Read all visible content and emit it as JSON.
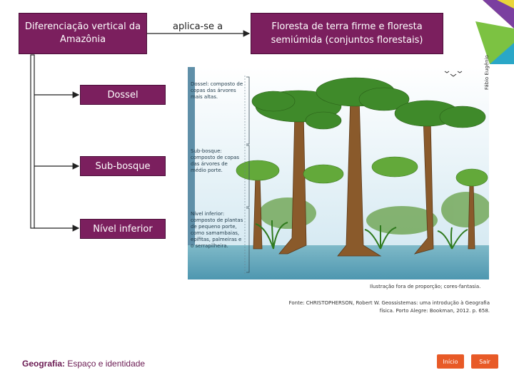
{
  "diagram": {
    "root": "Diferenciação vertical da Amazônia",
    "connector": "aplica-se a",
    "target": "Floresta de terra firme e floresta semiúmida (conjuntos florestais)",
    "levels": [
      "Dossel",
      "Sub-bosque",
      "Nível inferior"
    ]
  },
  "illustration": {
    "labels": {
      "dossel": "Dossel: composto de copas das árvores mais altas.",
      "subbosque": "Sub-bosque: composto de copas das árvores de médio porte.",
      "inferior": "Nível inferior: composto de plantas de pequeno porte, como samambaias, epífitas, palmeiras e o serrapilheira."
    },
    "credit": "Fábio Eugênio",
    "note_scale": "Ilustração fora de proporção; cores-fantasia.",
    "source": "Fonte: CHRISTOPHERSON, Robert W. Geossistemas: uma introdução à Geografia física. Porto Alegre: Bookman, 2012. p. 658."
  },
  "footer": {
    "subject_bold": "Geografia:",
    "subject_rest": " Espaço e identidade",
    "start_button": "Início",
    "exit_button": "Sair"
  },
  "colors": {
    "box": "#7b1f5e",
    "accent": "#e85a27",
    "sky": "#dfeef6"
  }
}
